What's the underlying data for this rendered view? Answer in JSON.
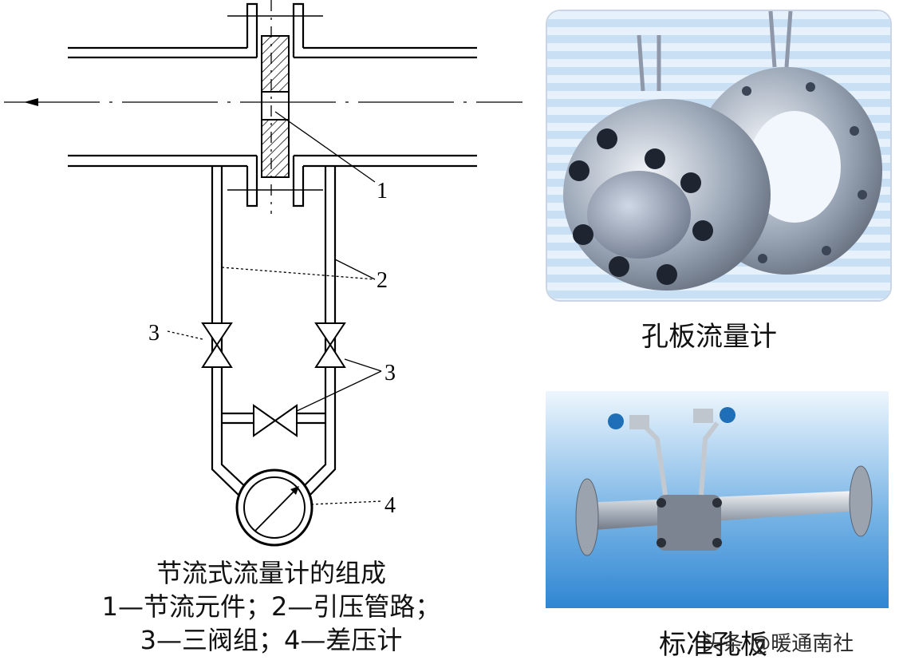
{
  "diagram": {
    "labels": {
      "orifice": "1",
      "impulse_line": "2",
      "valve_left": "3",
      "valve_right": "3",
      "gauge": "4"
    },
    "caption": {
      "title": "节流式流量计的组成",
      "line1": "1—节流元件；2—引压管路；",
      "line2": "3—三阀组；4—差压计"
    }
  },
  "photos": {
    "top_caption": "孔板流量计",
    "bottom_caption": "标准孔板",
    "watermark": "头条 @暖通南社"
  }
}
